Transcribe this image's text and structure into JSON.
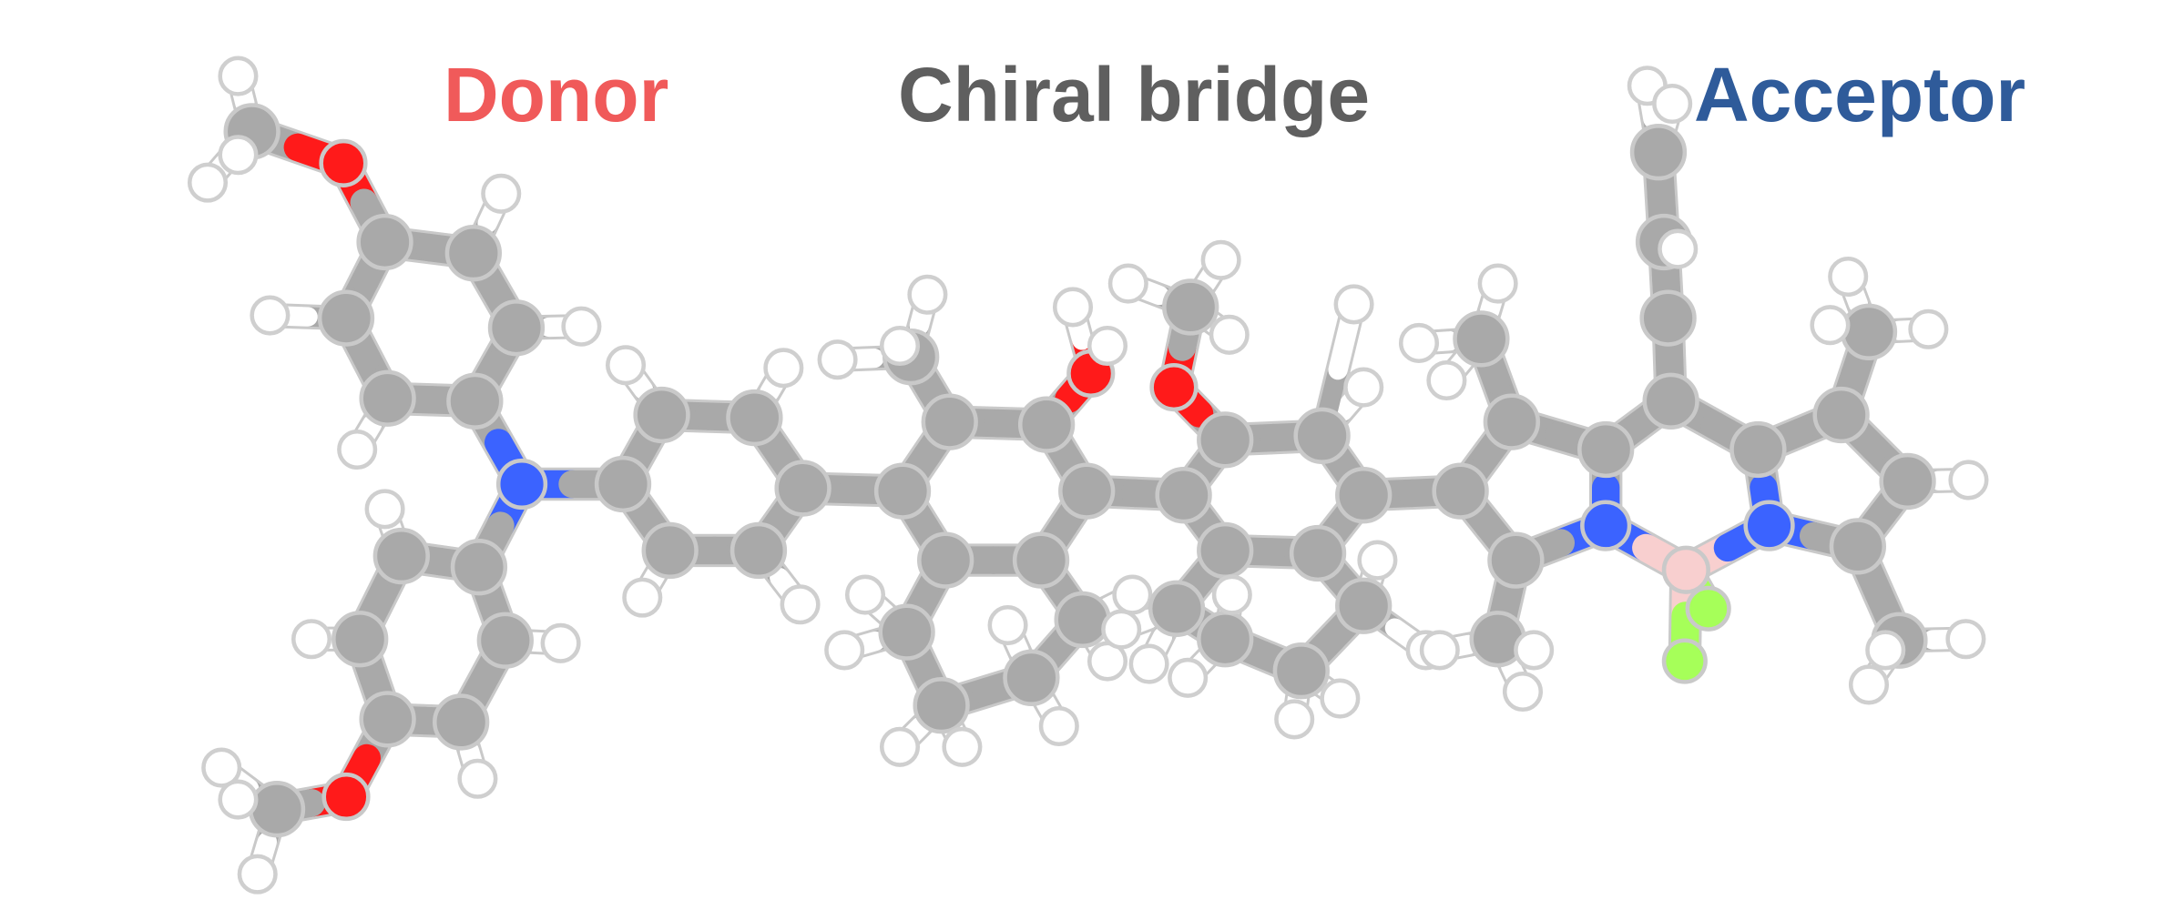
{
  "labels": {
    "donor": "Donor",
    "bridge": "Chiral bridge",
    "acceptor": "Acceptor"
  },
  "colors": {
    "donor_label": "#f05a5a",
    "bridge_label": "#5f5f5f",
    "acceptor_label": "#2f5b9a",
    "carbon": "#a9a9a9",
    "carbon_outline": "#c9c9c9",
    "hydrogen": "#ffffff",
    "hydrogen_outline": "#cfcfcf",
    "oxygen": "#ff1a1a",
    "nitrogen": "#3b63ff",
    "boron": "#f8cfcf",
    "fluorine": "#a6ff59"
  },
  "molecule": {
    "atom_types": [
      "carbon",
      "hydrogen",
      "oxygen",
      "nitrogen",
      "boron",
      "fluorine"
    ]
  }
}
